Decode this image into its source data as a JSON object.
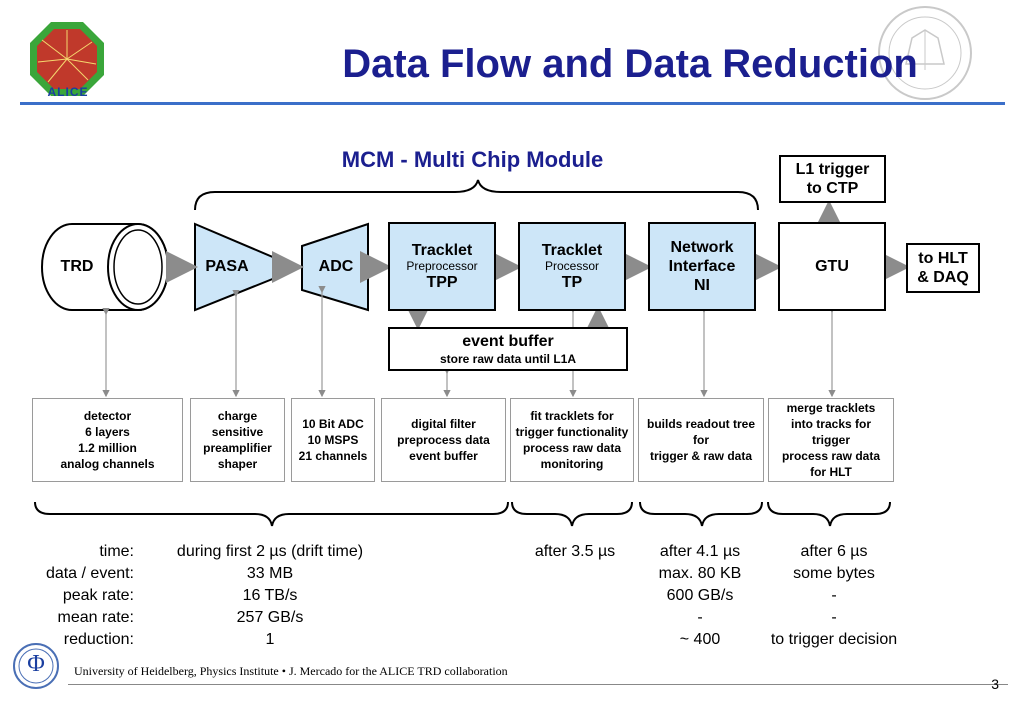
{
  "title": "Data Flow and Data Reduction",
  "subtitle": "MCM - Multi Chip Module",
  "logo_text": "ALICE",
  "blocks": {
    "trd": "TRD",
    "pasa": "PASA",
    "adc": "ADC",
    "tpp": {
      "line1": "Tracklet",
      "line2": "Preprocessor",
      "line3": "TPP"
    },
    "tp": {
      "line1": "Tracklet",
      "line2": "Processor",
      "line3": "TP"
    },
    "ni": {
      "line1": "Network",
      "line2": "Interface",
      "line3": "NI"
    },
    "gtu": "GTU",
    "l1": {
      "line1": "L1 trigger",
      "line2": "to CTP"
    },
    "hlt": {
      "line1": "to HLT",
      "line2": "& DAQ"
    },
    "event_buffer": {
      "line1": "event buffer",
      "line2": "store raw data until L1A"
    }
  },
  "descriptions": [
    [
      "detector",
      "6 layers",
      "1.2 million",
      "analog channels"
    ],
    [
      "charge",
      "sensitive",
      "preamplifier",
      "shaper"
    ],
    [
      "10 Bit ADC",
      "10 MSPS",
      "21 channels"
    ],
    [
      "digital filter",
      "preprocess data",
      "event buffer"
    ],
    [
      "fit tracklets for",
      "trigger functionality",
      "process raw data",
      "monitoring"
    ],
    [
      "builds readout tree",
      "for",
      "trigger & raw data"
    ],
    [
      "merge tracklets",
      "into tracks for",
      "trigger",
      "process raw data",
      "for HLT"
    ]
  ],
  "stats": {
    "labels": [
      "time:",
      "data / event:",
      "peak rate:",
      "mean rate:",
      "reduction:"
    ],
    "col1": [
      "during first 2 µs (drift time)",
      "33 MB",
      "16 TB/s",
      "257 GB/s",
      "1"
    ],
    "col2": [
      "after 3.5 µs",
      "",
      "",
      "",
      ""
    ],
    "col3": [
      "after 4.1 µs",
      "max. 80 KB",
      "600 GB/s",
      "-",
      "~ 400"
    ],
    "col4": [
      "after 6 µs",
      "some bytes",
      "-",
      "-",
      "to trigger decision"
    ]
  },
  "footer": {
    "text": "University of Heidelberg, Physics Institute  •  J. Mercado for the ALICE TRD collaboration",
    "page": "3",
    "phi_symbol": "Φ"
  },
  "colors": {
    "title": "#1b1f8f",
    "block_fill": "#cde6f8",
    "rule": "#3b6fc9",
    "arrow": "#8c8c8c"
  }
}
